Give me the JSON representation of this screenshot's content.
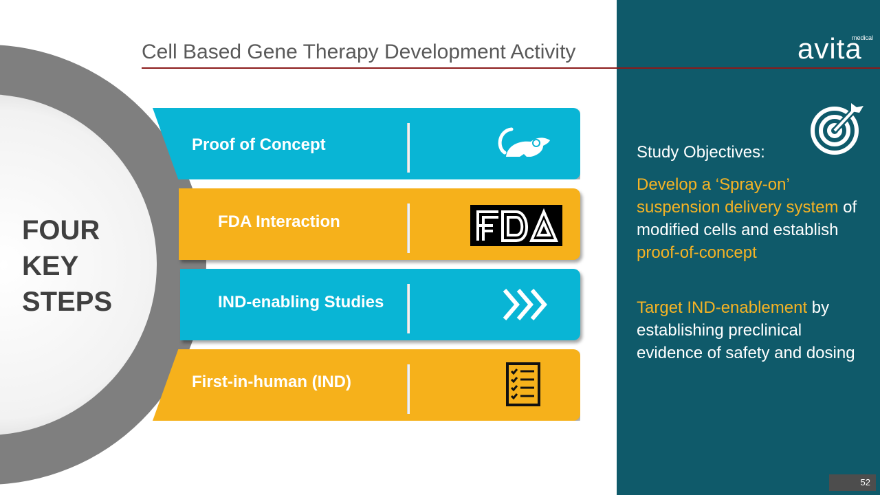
{
  "title": "Cell Based Gene Therapy Development Activity",
  "logo": {
    "word": "avita",
    "sup": "medical"
  },
  "center_label": [
    "FOUR",
    "KEY",
    "STEPS"
  ],
  "steps": [
    {
      "label": "Proof of Concept",
      "color": "#09b5d5",
      "icon": "mouse-icon"
    },
    {
      "label": "FDA Interaction",
      "color": "#f6b11b",
      "icon": "fda-logo"
    },
    {
      "label": "IND-enabling Studies",
      "color": "#09b5d5",
      "icon": "chevrons-right-icon"
    },
    {
      "label": "First-in-human (IND)",
      "color": "#f6b11b",
      "icon": "checklist-icon"
    }
  ],
  "objectives": {
    "heading": "Study Objectives:",
    "p1": {
      "gold1": "Develop a ‘Spray-on’ suspension delivery system",
      "white": " of modified cells and establish ",
      "gold2": "proof-of-concept"
    },
    "p2": {
      "gold": "Target IND-enablement",
      "white": " by establishing preclinical evidence of safety and dosing"
    }
  },
  "page_number": "52",
  "colors": {
    "panel": "#0f5a6a",
    "accent_rule": "#8b1a1a",
    "cyan": "#09b5d5",
    "gold": "#f6b11b",
    "gray_ring": "#7f7f7f"
  }
}
